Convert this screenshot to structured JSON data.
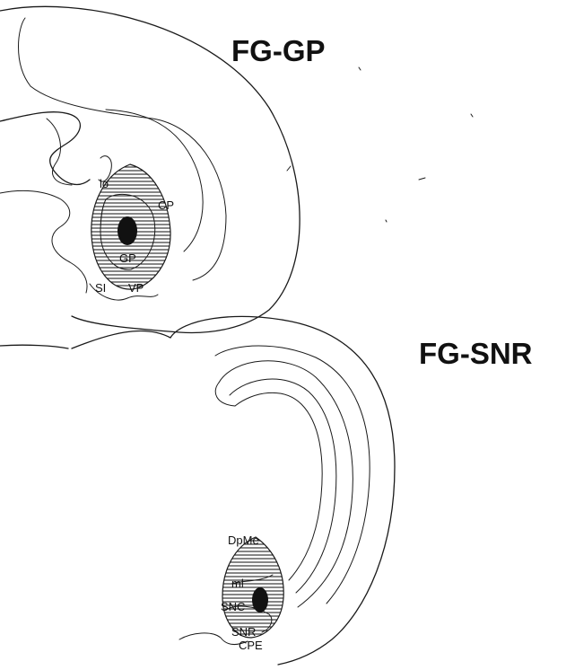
{
  "panels": [
    {
      "title": "FG-GP",
      "labels": [
        "lo",
        "CP",
        "GP",
        "SI",
        "VP"
      ]
    },
    {
      "title": "FG-SNR",
      "labels": [
        "DpMe",
        "ml",
        "SNC",
        "SNR",
        "CPE"
      ]
    }
  ]
}
